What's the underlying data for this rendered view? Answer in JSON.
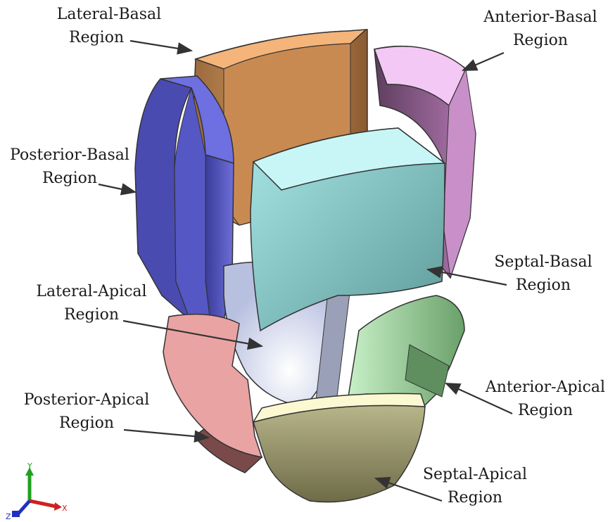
{
  "regions": [
    {
      "id": "lateral-basal",
      "line1": "Lateral-Basal",
      "line2": "Region",
      "color": "#E4A468"
    },
    {
      "id": "anterior-basal",
      "line1": "Anterior-Basal",
      "line2": "Region",
      "color": "#E9B2EA"
    },
    {
      "id": "posterior-basal",
      "line1": "Posterior-Basal",
      "line2": "Region",
      "color": "#5B5CC8"
    },
    {
      "id": "septal-basal",
      "line1": "Septal-Basal",
      "line2": "Region",
      "color": "#A4DCDC"
    },
    {
      "id": "lateral-apical",
      "line1": "Lateral-Apical",
      "line2": "Region",
      "color": "#D6DEF2"
    },
    {
      "id": "anterior-apical",
      "line1": "Anterior-Apical",
      "line2": "Region",
      "color": "#A8DCA8"
    },
    {
      "id": "posterior-apical",
      "line1": "Posterior-Apical",
      "line2": "Region",
      "color": "#E9A3A3"
    },
    {
      "id": "septal-apical",
      "line1": "Septal-Apical",
      "line2": "Region",
      "color": "#D8D5A6"
    }
  ],
  "axis_triad": {
    "x": "X",
    "y": "Y",
    "z": "Z",
    "colors": {
      "x": "#D02020",
      "y": "#20A020",
      "z": "#2030C0"
    }
  }
}
